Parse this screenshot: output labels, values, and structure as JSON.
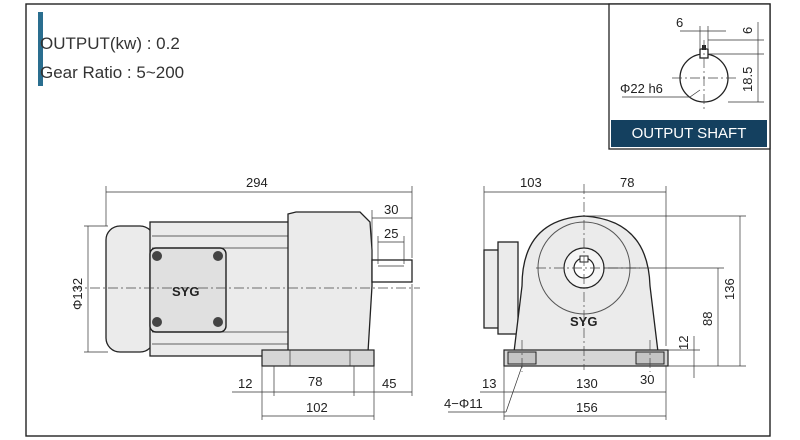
{
  "specs": {
    "output": "OUTPUT(kw) : 0.2",
    "gear_ratio": "Gear Ratio : 5~200"
  },
  "shaft": {
    "caption": "OUTPUT SHAFT",
    "key_width": "6",
    "key_depth": "6",
    "height": "18.5",
    "diameter": "Φ22 h6"
  },
  "side_view": {
    "total_length": "294",
    "shaft_length": "30",
    "key_length": "25",
    "motor_diameter": "Φ132",
    "brand": "SYG",
    "foot_offset": "12",
    "mount_pitch": "78",
    "shaft_tail": "45",
    "base_length": "102"
  },
  "front_view": {
    "left_width": "103",
    "right_width": "78",
    "brand": "SYG",
    "total_height": "136",
    "shaft_height": "88",
    "base_thickness": "12",
    "foot_edge": "13",
    "hole_pitch": "130",
    "foot_tail": "30",
    "base_width": "156",
    "hole_spec": "4−Φ11"
  },
  "colors": {
    "accent": "#2a6e8f",
    "caption_background": "#14405f",
    "body_fill": "#ebebeb"
  }
}
